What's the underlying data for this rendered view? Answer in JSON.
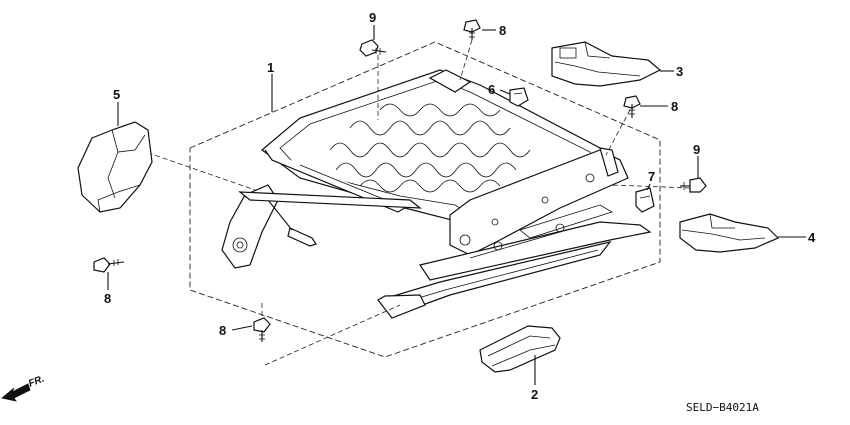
{
  "diagram": {
    "callouts": [
      {
        "id": "c1",
        "label": "1"
      },
      {
        "id": "c2",
        "label": "2"
      },
      {
        "id": "c3",
        "label": "3"
      },
      {
        "id": "c4",
        "label": "4"
      },
      {
        "id": "c5",
        "label": "5"
      },
      {
        "id": "c6",
        "label": "6"
      },
      {
        "id": "c7",
        "label": "7"
      },
      {
        "id": "c8a",
        "label": "8"
      },
      {
        "id": "c8b",
        "label": "8"
      },
      {
        "id": "c8c",
        "label": "8"
      },
      {
        "id": "c8d",
        "label": "8"
      },
      {
        "id": "c9a",
        "label": "9"
      },
      {
        "id": "c9b",
        "label": "9"
      }
    ],
    "direction_label": "FR.",
    "diagram_code": "SELD−B4021A"
  }
}
